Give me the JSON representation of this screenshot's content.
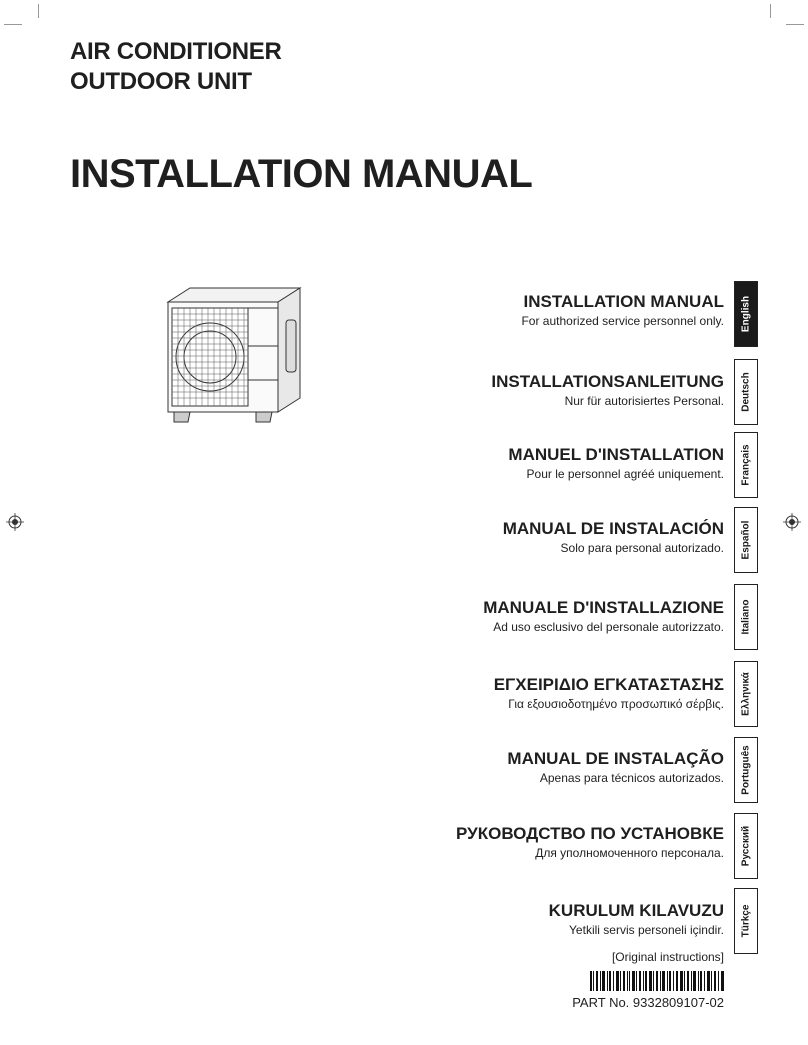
{
  "header": {
    "line1": "AIR CONDITIONER",
    "line2": "OUTDOOR UNIT",
    "title": "INSTALLATION MANUAL"
  },
  "languages": [
    {
      "title": "INSTALLATION MANUAL",
      "subtitle": "For authorized service personnel only.",
      "tab": "English"
    },
    {
      "title": "INSTALLATIONSANLEITUNG",
      "subtitle": "Nur für autorisiertes Personal.",
      "tab": "Deutsch"
    },
    {
      "title": "MANUEL D'INSTALLATION",
      "subtitle": "Pour le personnel agréé uniquement.",
      "tab": "Français"
    },
    {
      "title": "MANUAL DE INSTALACIÓN",
      "subtitle": "Solo para personal autorizado.",
      "tab": "Español"
    },
    {
      "title": "MANUALE D'INSTALLAZIONE",
      "subtitle": "Ad uso esclusivo del personale autorizzato.",
      "tab": "Italiano"
    },
    {
      "title": "ΕΓΧΕΙΡΙΔΙΟ ΕΓΚΑΤΑΣΤΑΣΗΣ",
      "subtitle": "Για εξουσιοδοτημένο προσωπικό σέρβις.",
      "tab": "Ελληνικά"
    },
    {
      "title": "MANUAL DE INSTALAÇÃO",
      "subtitle": "Apenas para técnicos autorizados.",
      "tab": "Português"
    },
    {
      "title": "РУКОВОДСТВО ПО УСТАНОВКЕ",
      "subtitle": "Для уполномоченного персонала.",
      "tab": "Русский"
    },
    {
      "title": "KURULUM KILAVUZU",
      "subtitle": "Yetkili servis personeli içindir.",
      "tab": "Türkçe"
    }
  ],
  "active_tab": "English",
  "footer": {
    "original": "[Original instructions]",
    "part_no": "PART No. 9332809107-02"
  }
}
